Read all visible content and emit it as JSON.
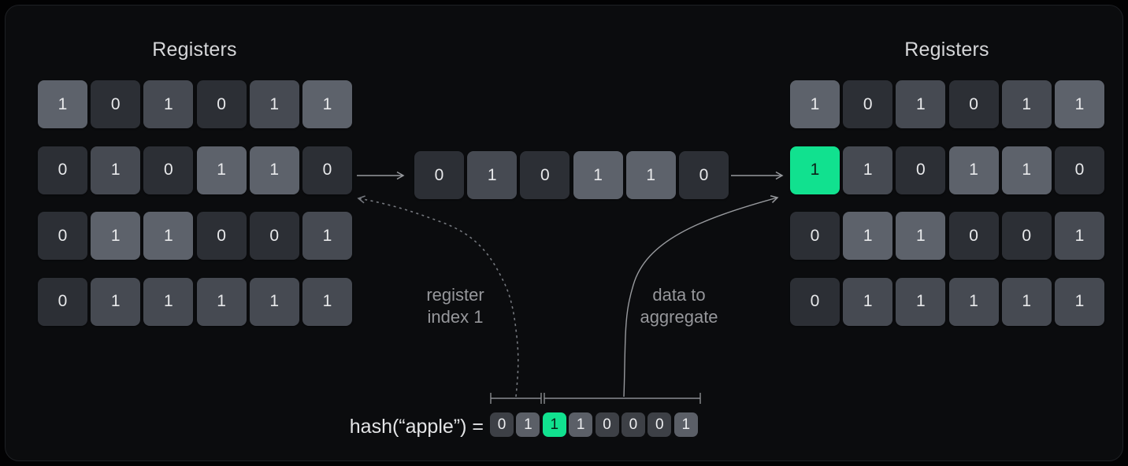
{
  "left_registers": {
    "title": "Registers",
    "rows": [
      [
        {
          "v": "1",
          "s": "light"
        },
        {
          "v": "0",
          "s": "dark"
        },
        {
          "v": "1",
          "s": "mid"
        },
        {
          "v": "0",
          "s": "dark"
        },
        {
          "v": "1",
          "s": "mid"
        },
        {
          "v": "1",
          "s": "light"
        }
      ],
      [
        {
          "v": "0",
          "s": "dark"
        },
        {
          "v": "1",
          "s": "mid"
        },
        {
          "v": "0",
          "s": "dark"
        },
        {
          "v": "1",
          "s": "light"
        },
        {
          "v": "1",
          "s": "light"
        },
        {
          "v": "0",
          "s": "dark"
        }
      ],
      [
        {
          "v": "0",
          "s": "dark"
        },
        {
          "v": "1",
          "s": "light"
        },
        {
          "v": "1",
          "s": "light"
        },
        {
          "v": "0",
          "s": "dark"
        },
        {
          "v": "0",
          "s": "dark"
        },
        {
          "v": "1",
          "s": "mid"
        }
      ],
      [
        {
          "v": "0",
          "s": "dark"
        },
        {
          "v": "1",
          "s": "mid"
        },
        {
          "v": "1",
          "s": "mid"
        },
        {
          "v": "1",
          "s": "mid"
        },
        {
          "v": "1",
          "s": "mid"
        },
        {
          "v": "1",
          "s": "mid"
        }
      ]
    ]
  },
  "right_registers": {
    "title": "Registers",
    "rows": [
      [
        {
          "v": "1",
          "s": "light"
        },
        {
          "v": "0",
          "s": "dark"
        },
        {
          "v": "1",
          "s": "mid"
        },
        {
          "v": "0",
          "s": "dark"
        },
        {
          "v": "1",
          "s": "mid"
        },
        {
          "v": "1",
          "s": "light"
        }
      ],
      [
        {
          "v": "1",
          "s": "green"
        },
        {
          "v": "1",
          "s": "mid"
        },
        {
          "v": "0",
          "s": "dark"
        },
        {
          "v": "1",
          "s": "light"
        },
        {
          "v": "1",
          "s": "light"
        },
        {
          "v": "0",
          "s": "dark"
        }
      ],
      [
        {
          "v": "0",
          "s": "dark"
        },
        {
          "v": "1",
          "s": "light"
        },
        {
          "v": "1",
          "s": "light"
        },
        {
          "v": "0",
          "s": "dark"
        },
        {
          "v": "0",
          "s": "dark"
        },
        {
          "v": "1",
          "s": "mid"
        }
      ],
      [
        {
          "v": "0",
          "s": "dark"
        },
        {
          "v": "1",
          "s": "mid"
        },
        {
          "v": "1",
          "s": "mid"
        },
        {
          "v": "1",
          "s": "mid"
        },
        {
          "v": "1",
          "s": "mid"
        },
        {
          "v": "1",
          "s": "mid"
        }
      ]
    ]
  },
  "middle_row": {
    "cells": [
      {
        "v": "0",
        "s": "dark"
      },
      {
        "v": "1",
        "s": "mid"
      },
      {
        "v": "0",
        "s": "dark"
      },
      {
        "v": "1",
        "s": "light"
      },
      {
        "v": "1",
        "s": "light"
      },
      {
        "v": "0",
        "s": "dark"
      }
    ]
  },
  "labels": {
    "register_index": {
      "lines": [
        "register",
        "index 1"
      ]
    },
    "data_aggregate": {
      "lines": [
        "data to",
        "aggregate"
      ]
    }
  },
  "hash": {
    "prefix": "hash(“apple”) =",
    "bits": [
      {
        "v": "0",
        "s": "zero"
      },
      {
        "v": "1",
        "s": "one"
      },
      {
        "v": "1",
        "s": "green"
      },
      {
        "v": "1",
        "s": "one"
      },
      {
        "v": "0",
        "s": "zero"
      },
      {
        "v": "0",
        "s": "zero"
      },
      {
        "v": "0",
        "s": "zero"
      },
      {
        "v": "1",
        "s": "one"
      }
    ]
  },
  "colors": {
    "cell_dark": "#2c2f35",
    "cell_mid": "#464a52",
    "cell_light": "#5d626b",
    "accent_green": "#11e18f",
    "hash_zero": "#3d4046",
    "hash_one": "#5b5f67",
    "arrow": "#97999d",
    "dashed": "#75787e",
    "bracket": "#8a8c90"
  }
}
